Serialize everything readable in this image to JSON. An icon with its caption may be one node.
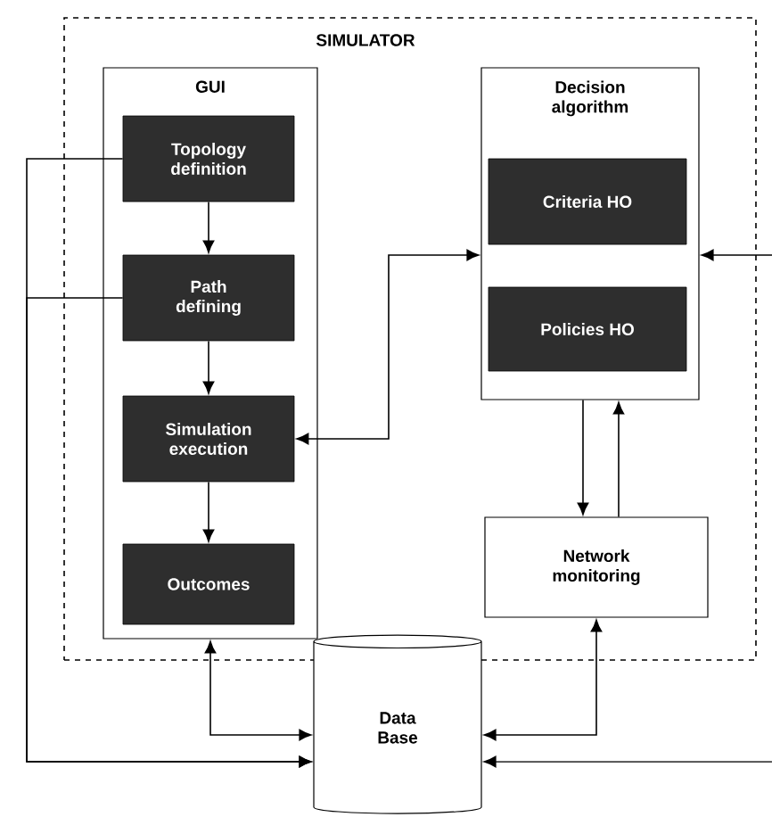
{
  "diagram": {
    "nodes": [
      {
        "text": [
          "SIMULATOR"
        ]
      },
      {
        "text": [
          "GUI"
        ],
        "in": 0
      },
      {
        "text": [
          "Topology definition"
        ],
        "in": 1
      },
      {
        "text": [
          "Path defining"
        ],
        "in": 1
      },
      {
        "text": [
          "Simulation execution"
        ],
        "in": 1
      },
      {
        "text": [
          "Outcomes"
        ],
        "in": 1
      },
      {
        "text": [
          "Decision algorithm"
        ],
        "in": 0
      },
      {
        "text": [
          "Criteria  HO"
        ],
        "in": 6
      },
      {
        "text": [
          "Policies  HO"
        ],
        "in": 6
      },
      {
        "text": [
          "Network monitoring"
        ],
        "in": 0
      },
      {
        "text": [
          "Data Base"
        ]
      }
    ],
    "edges": [
      {
        "from": 2,
        "to": 3,
        "arrow": "to"
      },
      {
        "from": 3,
        "to": 4,
        "arrow": "to"
      },
      {
        "from": 4,
        "to": 5,
        "arrow": "to"
      },
      {
        "from": 4,
        "to": 6,
        "arrow": "both"
      },
      {
        "from": 6,
        "to": 9,
        "arrow": "to"
      },
      {
        "from": 9,
        "to": 6,
        "arrow": "to"
      },
      {
        "from": 1,
        "to": 10,
        "arrow": "both"
      },
      {
        "from": 2,
        "to": 10,
        "arrow": "to"
      },
      {
        "from": 3,
        "to": 10,
        "arrow": "to"
      },
      {
        "from": 9,
        "to": 10,
        "arrow": "both"
      },
      {
        "from": null,
        "to": 6,
        "arrow": "to"
      },
      {
        "from": null,
        "to": 10,
        "arrow": "to"
      }
    ]
  }
}
